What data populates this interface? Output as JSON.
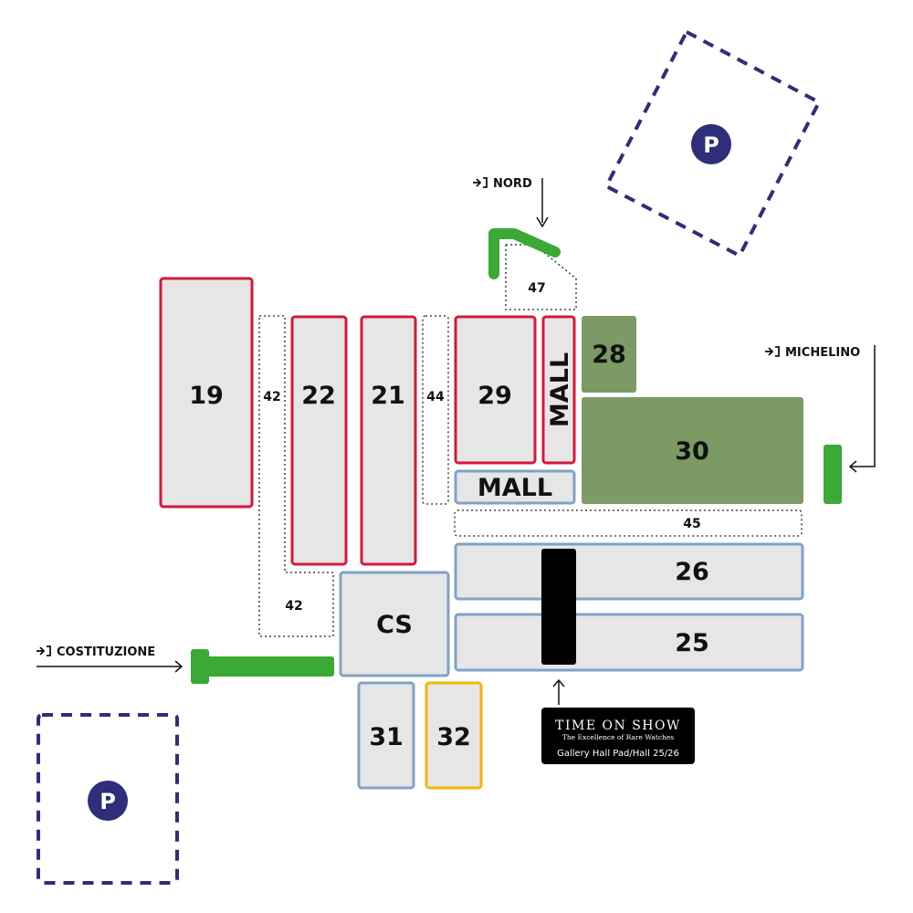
{
  "halls": {
    "h19": "19",
    "h22": "22",
    "h21": "21",
    "h29": "29",
    "mall_vertical": "MALL",
    "h28": "28",
    "h30": "30",
    "mall_horizontal": "MALL",
    "h26": "26",
    "h25": "25",
    "cs": "CS",
    "h31": "31",
    "h32": "32"
  },
  "corridors": {
    "c42_top": "42",
    "c42_bottom": "42",
    "c44": "44",
    "c47": "47",
    "c45": "45"
  },
  "entrances": {
    "nord": "NORD",
    "michelino": "MICHELINO",
    "costituzione": "COSTITUZIONE"
  },
  "parking": {
    "top_right": "P",
    "bottom_left": "P"
  },
  "time_on_show": {
    "title": "TIME ON SHOW",
    "tagline": "The Excellence of Rare Watches",
    "location": "Gallery Hall Pad/Hall 25/26"
  },
  "colors": {
    "hall_fill": "#e6e6e6",
    "red_border": "#d5173a",
    "blue_border": "#7fa3c6",
    "yellow_border": "#f2b705",
    "green_hall": "#7b9a64",
    "entrance_green": "#3aa935",
    "parking_navy": "#2e2e7a"
  }
}
